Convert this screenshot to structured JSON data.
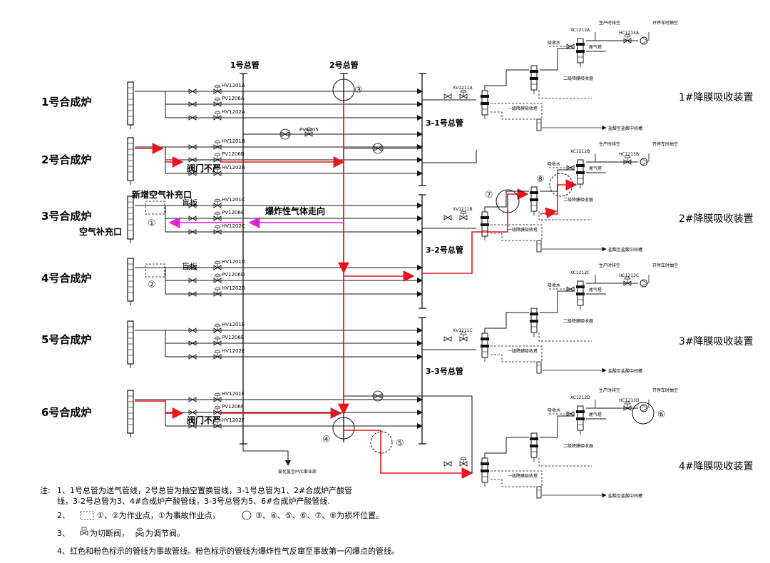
{
  "furnaces": [
    {
      "label": "1号合成炉",
      "tags": [
        "HV1201A",
        "PV1206A",
        "HV1202A"
      ]
    },
    {
      "label": "2号合成炉",
      "tags": [
        "HV1201B",
        "PV1206B",
        "HV1202B"
      ]
    },
    {
      "label": "3号合成炉",
      "tags": [
        "HV1201C",
        "PV1206C",
        "HV1202C"
      ]
    },
    {
      "label": "4号合成炉",
      "tags": [
        "HV1201D",
        "PV1206D",
        "HV1202D"
      ]
    },
    {
      "label": "5号合成炉",
      "tags": [
        "HV1201E",
        "PV1206E",
        "HV1202E"
      ]
    },
    {
      "label": "6号合成炉",
      "tags": [
        "HV1201F",
        "PV1206F",
        "HV1202F"
      ]
    }
  ],
  "headers": {
    "main1": "1号总管",
    "main2": "2号总管",
    "sub1": "3-1号总管",
    "sub2": "3-2号总管",
    "sub3": "3-3号总管"
  },
  "units": [
    {
      "label": "1#降膜吸收装置",
      "xc": "XC1212A",
      "hc": "HC1213A",
      "xv": "XV1211A"
    },
    {
      "label": "2#降膜吸收装置",
      "xc": "XC1212B",
      "hc": "HC1213B",
      "xv": "XV1211B"
    },
    {
      "label": "3#降膜吸收装置",
      "xc": "XC1212C",
      "hc": "HC1213C",
      "xv": "XV1211C"
    },
    {
      "label": "4#降膜吸收装置",
      "xc": "XC1212D",
      "hc": "HC1213D",
      "xv": ""
    }
  ],
  "unit_text": {
    "prod_vent": "生产时排空",
    "startup_vent": "开停车时抽空",
    "abs_water": "吸收水",
    "tail_tower": "尾气塔",
    "second_stage": "二级降膜吸收器",
    "first_stage": "一级降膜吸收塔",
    "acid_tank": "盐酸至盐酸中间槽"
  },
  "annotations": {
    "pv1205": "PV1205",
    "valve_leak_1": "阀门不严",
    "valve_leak_2": "阀门不严",
    "new_air_port": "新增空气补充口",
    "air_port": "空气补充口",
    "blind_plate_1": "盲板",
    "blind_plate_2": "盲板",
    "explosive_flow": "爆炸性气体走向",
    "to_pvc": "氯化氢至PVC事业部"
  },
  "markers": [
    "①",
    "②",
    "③",
    "④",
    "⑤",
    "⑥",
    "⑦",
    "⑧"
  ],
  "notes": {
    "prefix": "注:",
    "n1_a": "1、1号总管为送气管线，2号总管为抽空置换管线，3-1号总管为1、2#合成炉产酸管",
    "n1_b": "线，3-2号总管为3、4#合成炉产酸管线，3-3号总管为5、6#合成炉产酸管线.",
    "n2_num": "2、",
    "n2_text": "①、②为作业点，①为事故作业点，",
    "n2_text_b": "③、④、⑤、⑥、⑦、⑧为损坏位置。",
    "n3_num": "3、",
    "n3_a": "为切断阀，",
    "n3_b": "为调节阀。",
    "n4": "4、红色和粉色标示的管线为事故管线。粉色标示的管线为爆炸性气反窜至事故第一闪爆点的管线。"
  },
  "colors": {
    "accident": "#e8141b",
    "explosive": "#e81ee0",
    "line": "#111111"
  }
}
